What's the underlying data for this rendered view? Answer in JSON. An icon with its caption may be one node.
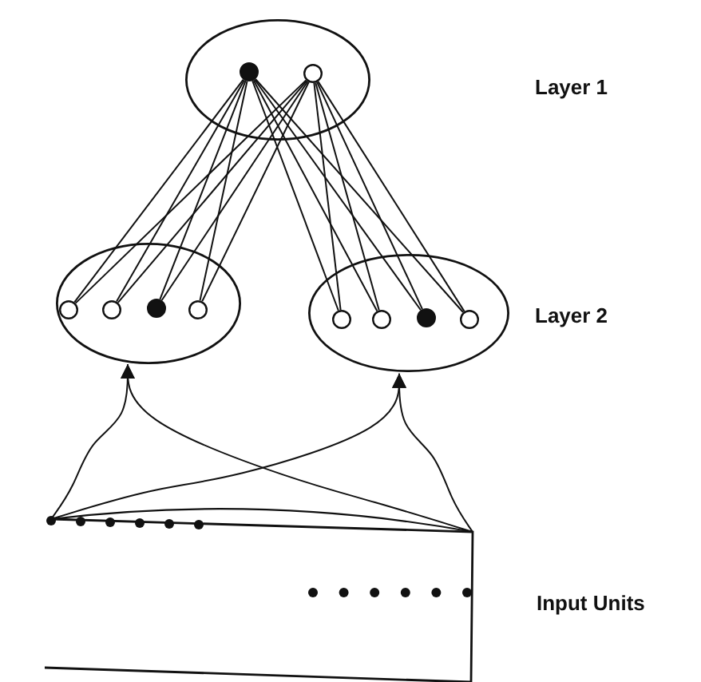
{
  "diagram": {
    "nodes": [
      {
        "text": [],
        "shape": "ellipse"
      },
      {
        "text": [],
        "shape": "dot",
        "in": 0
      },
      {
        "text": [],
        "shape": "circle",
        "in": 0
      },
      {
        "text": [],
        "shape": "ellipse"
      },
      {
        "text": [],
        "shape": "circle",
        "in": 3
      },
      {
        "text": [],
        "shape": "circle",
        "in": 3
      },
      {
        "text": [],
        "shape": "dot",
        "in": 3
      },
      {
        "text": [],
        "shape": "circle",
        "in": 3
      },
      {
        "text": [],
        "shape": "ellipse"
      },
      {
        "text": [],
        "shape": "circle",
        "in": 8
      },
      {
        "text": [],
        "shape": "circle",
        "in": 8
      },
      {
        "text": [],
        "shape": "dot",
        "in": 8
      },
      {
        "text": [],
        "shape": "circle",
        "in": 8
      },
      {
        "text": [],
        "shape": "box"
      }
    ],
    "labels": [
      "Layer 1",
      "Layer 2",
      "Input Units"
    ],
    "edges": [
      {
        "from": 1,
        "to": 4,
        "arrow": "none"
      },
      {
        "from": 1,
        "to": 5,
        "arrow": "none"
      },
      {
        "from": 1,
        "to": 6,
        "arrow": "none"
      },
      {
        "from": 1,
        "to": 7,
        "arrow": "none"
      },
      {
        "from": 1,
        "to": 9,
        "arrow": "none"
      },
      {
        "from": 1,
        "to": 10,
        "arrow": "none"
      },
      {
        "from": 1,
        "to": 11,
        "arrow": "none"
      },
      {
        "from": 1,
        "to": 12,
        "arrow": "none"
      },
      {
        "from": 2,
        "to": 4,
        "arrow": "none"
      },
      {
        "from": 2,
        "to": 5,
        "arrow": "none"
      },
      {
        "from": 2,
        "to": 6,
        "arrow": "none"
      },
      {
        "from": 2,
        "to": 7,
        "arrow": "none"
      },
      {
        "from": 2,
        "to": 9,
        "arrow": "none"
      },
      {
        "from": 2,
        "to": 10,
        "arrow": "none"
      },
      {
        "from": 2,
        "to": 11,
        "arrow": "none"
      },
      {
        "from": 2,
        "to": 12,
        "arrow": "none"
      },
      {
        "from": 13,
        "to": 3,
        "arrow": "to"
      },
      {
        "from": 13,
        "to": 8,
        "arrow": "to"
      },
      {
        "from": 13,
        "to": 3,
        "arrow": "to"
      },
      {
        "from": 13,
        "to": 8,
        "arrow": "to"
      }
    ]
  }
}
